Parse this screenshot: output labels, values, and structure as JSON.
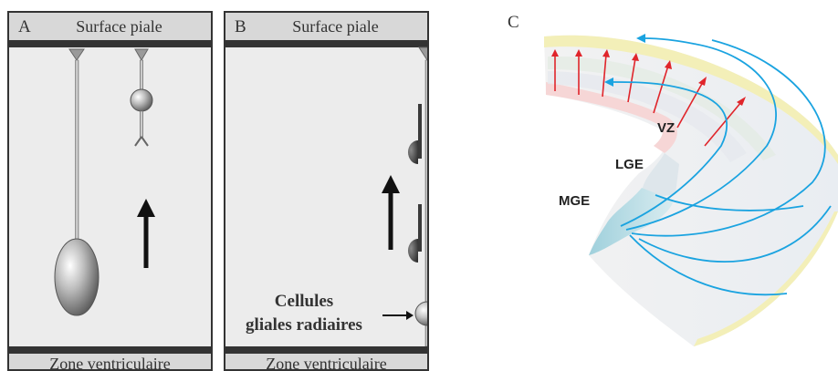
{
  "panel_a": {
    "letter": "A",
    "top_label": "Surface piale",
    "bottom_label": "Zone ventriculaire"
  },
  "panel_b": {
    "letter": "B",
    "top_label": "Surface piale",
    "bottom_label": "Zone ventriculaire",
    "cell_label_line1": "Cellules",
    "cell_label_line2": "gliales radiaires"
  },
  "panel_c": {
    "letter": "C",
    "region_labels": {
      "vz": "VZ",
      "lge": "LGE",
      "mge": "MGE"
    },
    "colors": {
      "radial_arrow": "#e0252b",
      "tangential_arrow": "#1aa3e0",
      "pial_edge": "#f3efb8",
      "vz_band": "#f6d6d6",
      "mge_fill": "#9fd0dc"
    }
  }
}
